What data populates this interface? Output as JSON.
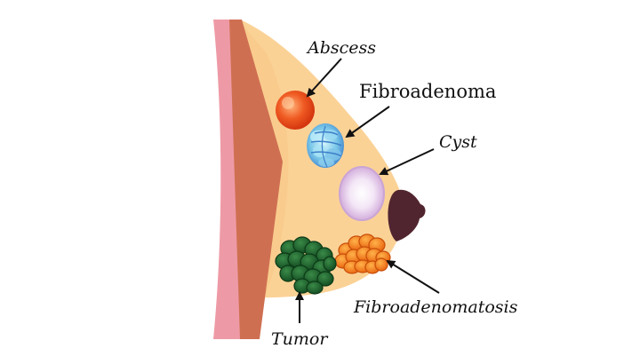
{
  "labels": {
    "abscess": "Abscess",
    "fibroadenoma": "Fibroadenoma",
    "cyst": "Cyst",
    "fibroadenomatosis": "Fibroadenomatosis",
    "tumor": "Tumor"
  },
  "colors": {
    "chest_skin": "#ee9aa6",
    "muscle": "#cf6f52",
    "breast_tissue": "#fbd296",
    "nipple": "#51252f",
    "abscess": "#ea4b1e",
    "fibroadenoma": "#6fb8e3",
    "cyst": "#dcc0e4",
    "fibroadenomatosis": "#f47d1c",
    "tumor": "#1e5d2c",
    "arrow": "#111111"
  }
}
